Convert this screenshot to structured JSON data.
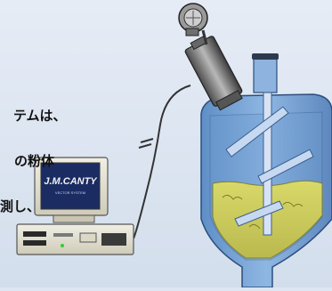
{
  "text_lines": [
    "テムは、",
    "の粉体",
    "測し、"
  ],
  "monitor": {
    "brand": "J.M.CANTY",
    "subtitle": "VECTOR SYSTEM"
  }
}
